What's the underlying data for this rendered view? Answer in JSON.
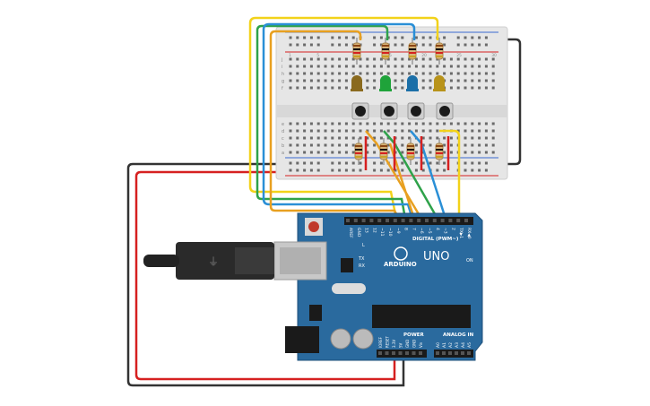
{
  "board": {
    "brand": "ARDUINO",
    "model": "UNO",
    "digital_label": "DIGITAL (PWM~)",
    "power_label": "POWER",
    "analog_label": "ANALOG IN",
    "on_label": "ON",
    "tx_label": "TX",
    "rx_label": "RX",
    "l_label": "L",
    "digital_pins": [
      "AREF",
      "GND",
      "13",
      "12",
      "~11",
      "~10",
      "~9",
      "8",
      "7",
      "~6",
      "~5",
      "4",
      "~3",
      "2",
      "TX▶1",
      "RX◀0"
    ],
    "power_pins": [
      "IOREF",
      "RESET",
      "3.3V",
      "5V",
      "GND",
      "GND",
      "Vin"
    ],
    "analog_pins": [
      "A0",
      "A1",
      "A2",
      "A3",
      "A4",
      "A5"
    ]
  },
  "breadboard": {
    "row_letters_top": [
      "j",
      "i",
      "h",
      "g",
      "f"
    ],
    "row_letters_bottom": [
      "e",
      "d",
      "c",
      "b",
      "a"
    ],
    "column_numbers": [
      "1",
      "5",
      "10",
      "15",
      "20",
      "25",
      "30"
    ]
  },
  "components": {
    "leds": [
      {
        "name": "led-orange",
        "color": "#8a6a1e"
      },
      {
        "name": "led-green",
        "color": "#1fa33a"
      },
      {
        "name": "led-blue",
        "color": "#1b6fa8"
      },
      {
        "name": "led-yellow",
        "color": "#b8931a"
      }
    ],
    "wire_colors": [
      "#e8a020",
      "#2fa24a",
      "#2a8fd6",
      "#f2d21a"
    ]
  },
  "colors": {
    "board_blue": "#2a6a9e",
    "breadboard": "#e6e6e6",
    "wire_red": "#d62020",
    "wire_black": "#333333"
  }
}
